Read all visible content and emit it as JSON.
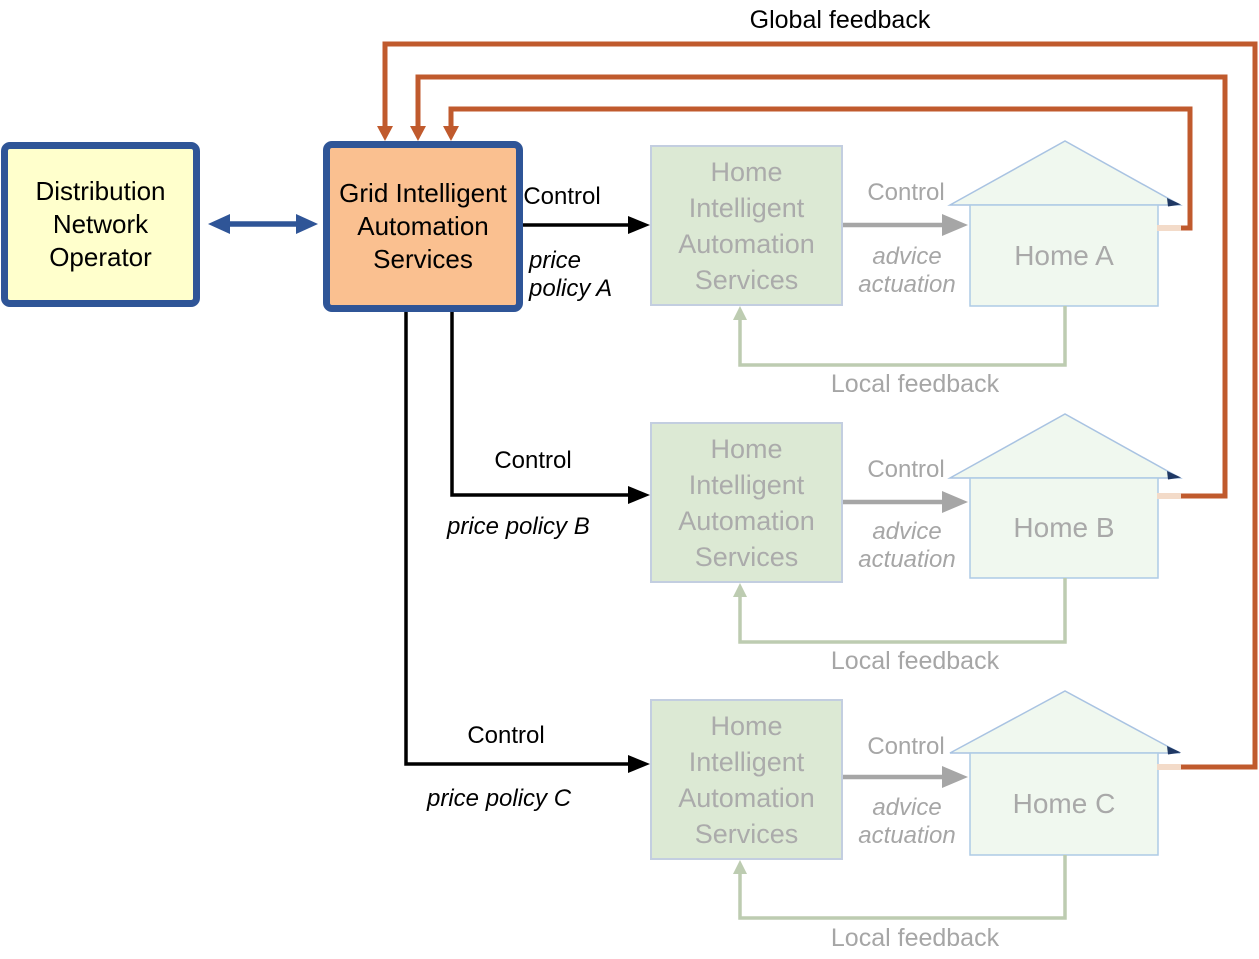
{
  "global_feedback_label": "Global feedback",
  "dno": {
    "label": "Distribution Network Operator"
  },
  "grid": {
    "label": "Grid Intelligent Automation Services"
  },
  "rows": [
    {
      "name": "A",
      "hias_label": "Home Intelligent Automation Services",
      "control_label": "Control",
      "price_label": "price policy A",
      "home_control_label": "Control",
      "advice_label": "advice",
      "actuation_label": "actuation",
      "home_label": "Home A",
      "local_feedback_label": "Local feedback"
    },
    {
      "name": "B",
      "hias_label": "Home Intelligent Automation Services",
      "control_label": "Control",
      "price_label": "price policy B",
      "home_control_label": "Control",
      "advice_label": "advice",
      "actuation_label": "actuation",
      "home_label": "Home B",
      "local_feedback_label": "Local feedback"
    },
    {
      "name": "C",
      "hias_label": "Home Intelligent Automation Services",
      "control_label": "Control",
      "price_label": "price policy C",
      "home_control_label": "Control",
      "advice_label": "advice",
      "actuation_label": "actuation",
      "home_label": "Home C",
      "local_feedback_label": "Local feedback"
    }
  ],
  "colors": {
    "accent_blue": "#2F5597",
    "dno_fill": "#FFFFCC",
    "grid_fill": "#FAC090",
    "hias_fill": "#DCE9D4",
    "hias_border": "#C3CEE0",
    "faded_text_gray": "#A6A6A6",
    "global_feedback_orange": "#C05A2D",
    "feedback_stub_pink": "#F3DBC9",
    "local_feedback_green": "#BDCCB1",
    "house_fill": "#F0F8EF",
    "house_border": "#AECBE5",
    "roof_tip_navy": "#1F3864",
    "control_black": "#000000"
  }
}
